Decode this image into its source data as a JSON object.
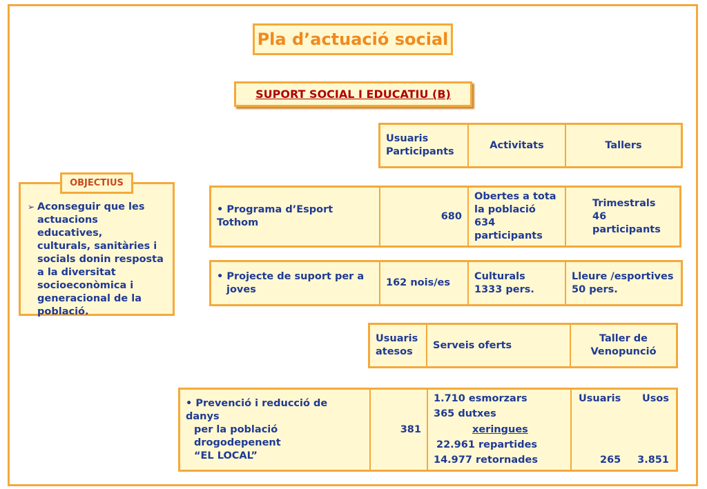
{
  "page": {
    "title": "Pla d’actuació social",
    "subtitle": "SUPORT SOCIAL I EDUCATIU (B)"
  },
  "objective": {
    "label": "OBJECTIUS",
    "lines": [
      "Aconseguir que les",
      "actuacions  educatives,",
      "culturals, sanitàries i",
      "socials donin resposta",
      "a la diversitat",
      "socioeconòmica i",
      "generacional de la",
      "població."
    ]
  },
  "header1": {
    "col1": [
      "Usuaris",
      "Participants"
    ],
    "col2": "Activitats",
    "col3": "Tallers"
  },
  "row_esport": {
    "name": "Programa d’Esport Tothom",
    "users": "680",
    "activities": [
      "Obertes a tota",
      "la població",
      "634",
      "participants"
    ],
    "workshops": [
      "Trimestrals",
      "46 participants"
    ]
  },
  "row_joves": {
    "name": [
      "Projecte de suport per a",
      "joves"
    ],
    "users": "162 nois/es",
    "activities": [
      "Culturals",
      "1333 pers."
    ],
    "workshops": [
      "Lleure /esportives",
      "50 pers."
    ]
  },
  "header2": {
    "col1": [
      "Usuaris",
      "atesos"
    ],
    "col2": "Serveis oferts",
    "col3": [
      "Taller de",
      "Venopunció"
    ]
  },
  "row_local": {
    "name": [
      "Prevenció i reducció de danys",
      "per la població drogodepenent",
      "“EL LOCAL”"
    ],
    "users": "381",
    "services": [
      "1.710 esmorzars",
      "365 dutxes",
      "xeringues",
      "22.961 repartides",
      "14.977 retornades"
    ],
    "usuaris_label": "Usuaris",
    "usos_label": "Usos",
    "usuaris_value": "265",
    "usos_value": "3.851"
  }
}
